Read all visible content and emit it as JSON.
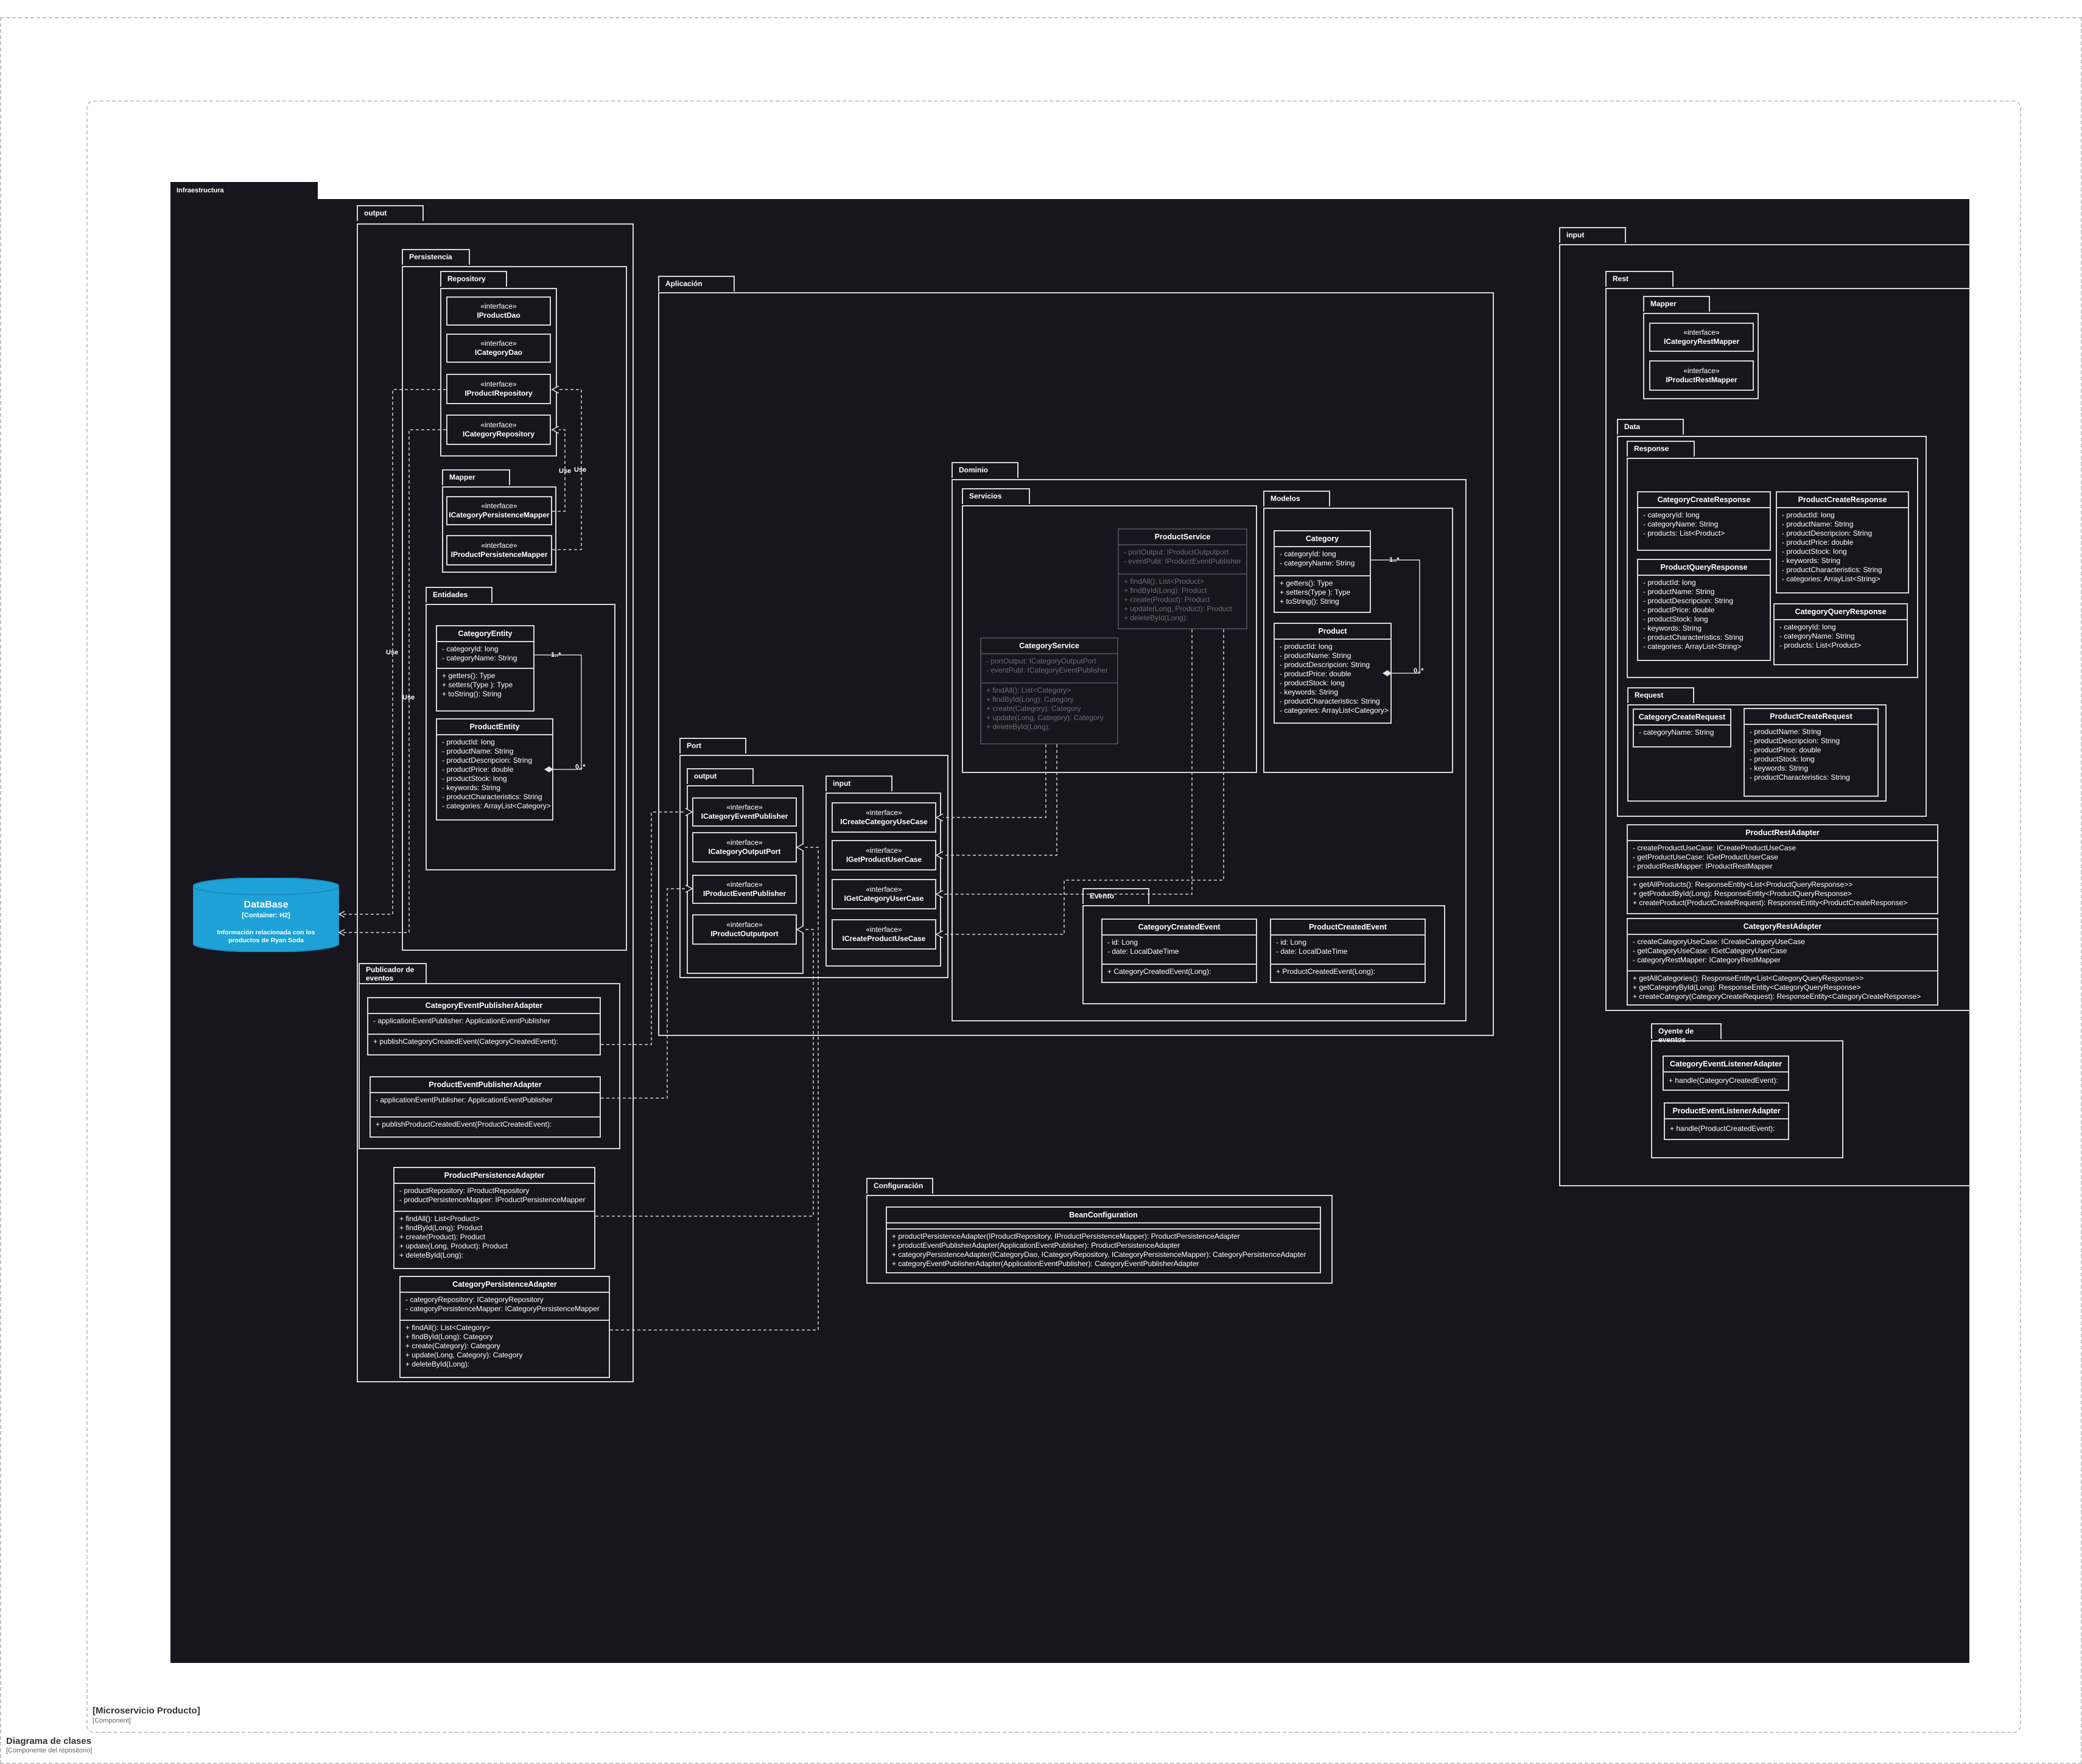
{
  "diagram": {
    "frame_title": "Diagrama de clases",
    "frame_subtitle": "[Componente del repositorio]",
    "container_title": "[Microservicio Producto]",
    "container_subtitle": "[Component]",
    "infra_tab": "Infraestructura"
  },
  "packages": {
    "output": "output",
    "persistencia": "Persistencia",
    "repository": "Repository",
    "mapper_pers": "Mapper",
    "entidades": "Entidades",
    "publicador": "Publicador de eventos",
    "aplicacion": "Aplicación",
    "dominio": "Dominio",
    "servicios": "Servicios",
    "modelos": "Modelos",
    "evento": "Evento",
    "port": "Port",
    "port_output": "output",
    "port_input": "input",
    "configuracion": "Configuración",
    "input": "input",
    "rest": "Rest",
    "mapper_rest": "Mapper",
    "data": "Data",
    "response": "Response",
    "request": "Request",
    "oyente": "Oyente de eventos"
  },
  "stereotype": "«interface»",
  "interfaces": {
    "iproductdao": "IProductDao",
    "icategorydao": "ICategoryDao",
    "iproductrepository": "IProductRepository",
    "icategoryrepository": "ICategoryRepository",
    "icategorypersistencemapper": "ICategoryPersistenceMapper",
    "iproductpersistencemapper": "IProductPersistenceMapper",
    "icategoryeventpublisher": "ICategoryEventPublisher",
    "icategoryoutputport": "ICategoryOutputPort",
    "iproducteventpublisher": "IProductEventPublisher",
    "iproductoutputport": "IProductOutputport",
    "icreatecategoryusecase": "ICreateCategoryUseCase",
    "igetproductusecase": "IGetProductUserCase",
    "igetcategoryusecase": "IGetCategoryUserCase",
    "icreateproductusecase": "ICreateProductUseCase",
    "icategoryrestmapper": "ICategoryRestMapper",
    "iproductrestmapper": "IProductRestMapper"
  },
  "classes": {
    "categoryentity": {
      "name": "CategoryEntity",
      "attrs": "- categoryId: long\n- categoryName: String",
      "methods": "+ getters(): Type\n+ setters(Type ): Type\n+ toString(): String"
    },
    "productentity": {
      "name": "ProductEntity",
      "attrs": "- productId: long\n- productName: String\n- productDescripcion: String\n- productPrice: double\n- productStock: long\n- keywords: String\n- productCharacteristics: String\n- categories: ArrayList<Category>"
    },
    "categoryeventpublisheradapter": {
      "name": "CategoryEventPublisherAdapter",
      "attrs": "- applicationEventPublisher: ApplicationEventPublisher",
      "methods": "+ publishCategoryCreatedEvent(CategoryCreatedEvent):"
    },
    "producteventpublisheradapter": {
      "name": "ProductEventPublisherAdapter",
      "attrs": "- applicationEventPublisher: ApplicationEventPublisher",
      "methods": "+ publishProductCreatedEvent(ProductCreatedEvent):"
    },
    "productpersistenceadapter": {
      "name": "ProductPersistenceAdapter",
      "attrs": "- productRepository: IProductRepository\n- productPersistenceMapper: IProductPersistenceMapper",
      "methods": "+ findAll(): List<Product>\n+ findById(Long): Product\n+ create(Product): Product\n+ update(Long, Product): Product\n+ deleteById(Long):"
    },
    "categorypersistenceadapter": {
      "name": "CategoryPersistenceAdapter",
      "attrs": "- categoryRepository: ICategoryRepository\n- categoryPersistenceMapper: ICategoryPersistenceMapper",
      "methods": "+ findAll(): List<Category>\n+ findById(Long): Category\n+ create(Category): Category\n+ update(Long, Category): Category\n+ deleteById(Long):"
    },
    "productservice": {
      "name": "ProductService",
      "attrs": "- portOutput: IProductOutputport\n- eventPubl: IProductEventPublisher",
      "methods": "+ findAll(): List<Product>\n+ findById(Long): Product\n+ create(Product): Product\n+ update(Long, Product): Product\n+ deleteById(Long):"
    },
    "categoryservice": {
      "name": "CategoryService",
      "attrs": "- portOutput: ICategoryOutputPort\n- eventPubl: ICategoryEventPublisher",
      "methods": "+ findAll(): List<Category>\n+ findById(Long): Category\n+ create(Category): Category\n+ update(Long, Category): Category\n+ deleteById(Long):"
    },
    "category": {
      "name": "Category",
      "attrs": "- categoryId: long\n- categoryName: String",
      "methods": "+ getters(): Type\n+ setters(Type ): Type\n+ toString(): String"
    },
    "product": {
      "name": "Product",
      "attrs": "- productId: long\n- productName: String\n- productDescripcion: String\n- productPrice: double\n- productStock: long\n- keywords: String\n- productCharacteristics: String\n- categories: ArrayList<Category>"
    },
    "categorycreatedevent": {
      "name": "CategoryCreatedEvent",
      "attrs": "- id: Long\n- date: LocalDateTime",
      "methods": "+ CategoryCreatedEvent(Long):"
    },
    "productcreatedevent": {
      "name": "ProductCreatedEvent",
      "attrs": "- id: Long\n- date: LocalDateTime",
      "methods": "+ ProductCreatedEvent(Long):"
    },
    "beanconfiguration": {
      "name": "BeanConfiguration",
      "methods": "+ productPersistenceAdapter(IProductRepository, IProductPersistenceMapper): ProductPersistenceAdapter\n+ productEventPublisherAdapter(ApplicationEventPublisher): ProductPersistenceAdapter\n+ categoryPersistenceAdapter(ICategoryDao, ICategoryRepository, ICategoryPersistenceMapper): CategoryPersistenceAdapter\n+ categoryEventPublisherAdapter(ApplicationEventPublisher): CategoryEventPublisherAdapter"
    },
    "categorycreateresponse": {
      "name": "CategoryCreateResponse",
      "attrs": "- categoryId: long\n- categoryName: String\n- products: List<Product>"
    },
    "productcreateresponse": {
      "name": "ProductCreateResponse",
      "attrs": "- productId: long\n- productName: String\n- productDescripcion: String\n- productPrice: double\n- productStock: long\n- keywords: String\n- productCharacteristics: String\n- categories: ArrayList<String>"
    },
    "productqueryresponse": {
      "name": "ProductQueryResponse",
      "attrs": "- productId: long\n- productName: String\n- productDescripcion: String\n- productPrice: double\n- productStock: long\n- keywords: String\n- productCharacteristics: String\n- categories: ArrayList<String>"
    },
    "categoryqueryresponse": {
      "name": "CategoryQueryResponse",
      "attrs": "- categoryId: long\n- categoryName: String\n- products: List<Product>"
    },
    "categorycreaterequest": {
      "name": "CategoryCreateRequest",
      "attrs": "- categoryName: String"
    },
    "productcreaterequest": {
      "name": "ProductCreateRequest",
      "attrs": "- productName: String\n- productDescripcion: String\n- productPrice: double\n- productStock: long\n- keywords: String\n- productCharacteristics: String"
    },
    "productrestadapter": {
      "name": "ProductRestAdapter",
      "attrs": "- createProductUseCase: ICreateProductUseCase\n- getProductUseCase: IGetProductUserCase\n- productRestMapper: IProductRestMapper",
      "methods": "+ getAllProducts(): ResponseEntity<List<ProductQueryResponse>>\n+ getProductById(Long): ResponseEntity<ProductQueryResponse>\n+ createProduct(ProductCreateRequest): ResponseEntity<ProductCreateResponse>"
    },
    "categoryrestadapter": {
      "name": "CategoryRestAdapter",
      "attrs": "- createCategoryUseCase: ICreateCategoryUseCase\n- getCategoryUseCase: IGetCategoryUserCase\n- categoryRestMapper: ICategoryRestMapper",
      "methods": "+ getAllCategories(): ResponseEntity<List<CategoryQueryResponse>>\n+ getCategoryById(Long): ResponseEntity<CategoryQueryResponse>\n+ createCategory(CategoryCreateRequest): ResponseEntity<CategoryCreateResponse>"
    },
    "categoryeventlisteneradapter": {
      "name": "CategoryEventListenerAdapter",
      "methods": "+ handle(CategoryCreatedEvent):"
    },
    "producteventlisteneradapter": {
      "name": "ProductEventListenerAdapter",
      "methods": "+ handle(ProductCreatedEvent):"
    }
  },
  "database": {
    "title": "DataBase",
    "tech": "[Container: H2]",
    "desc": "Información relacionada con los productos de Ryan Soda"
  },
  "edge_labels": {
    "use": "Use",
    "one_many": "1..*",
    "zero_many": "0..*"
  },
  "colors": {
    "canvas": "#17161e",
    "border": "#d6d6d6",
    "database": "#1ea1d6"
  }
}
